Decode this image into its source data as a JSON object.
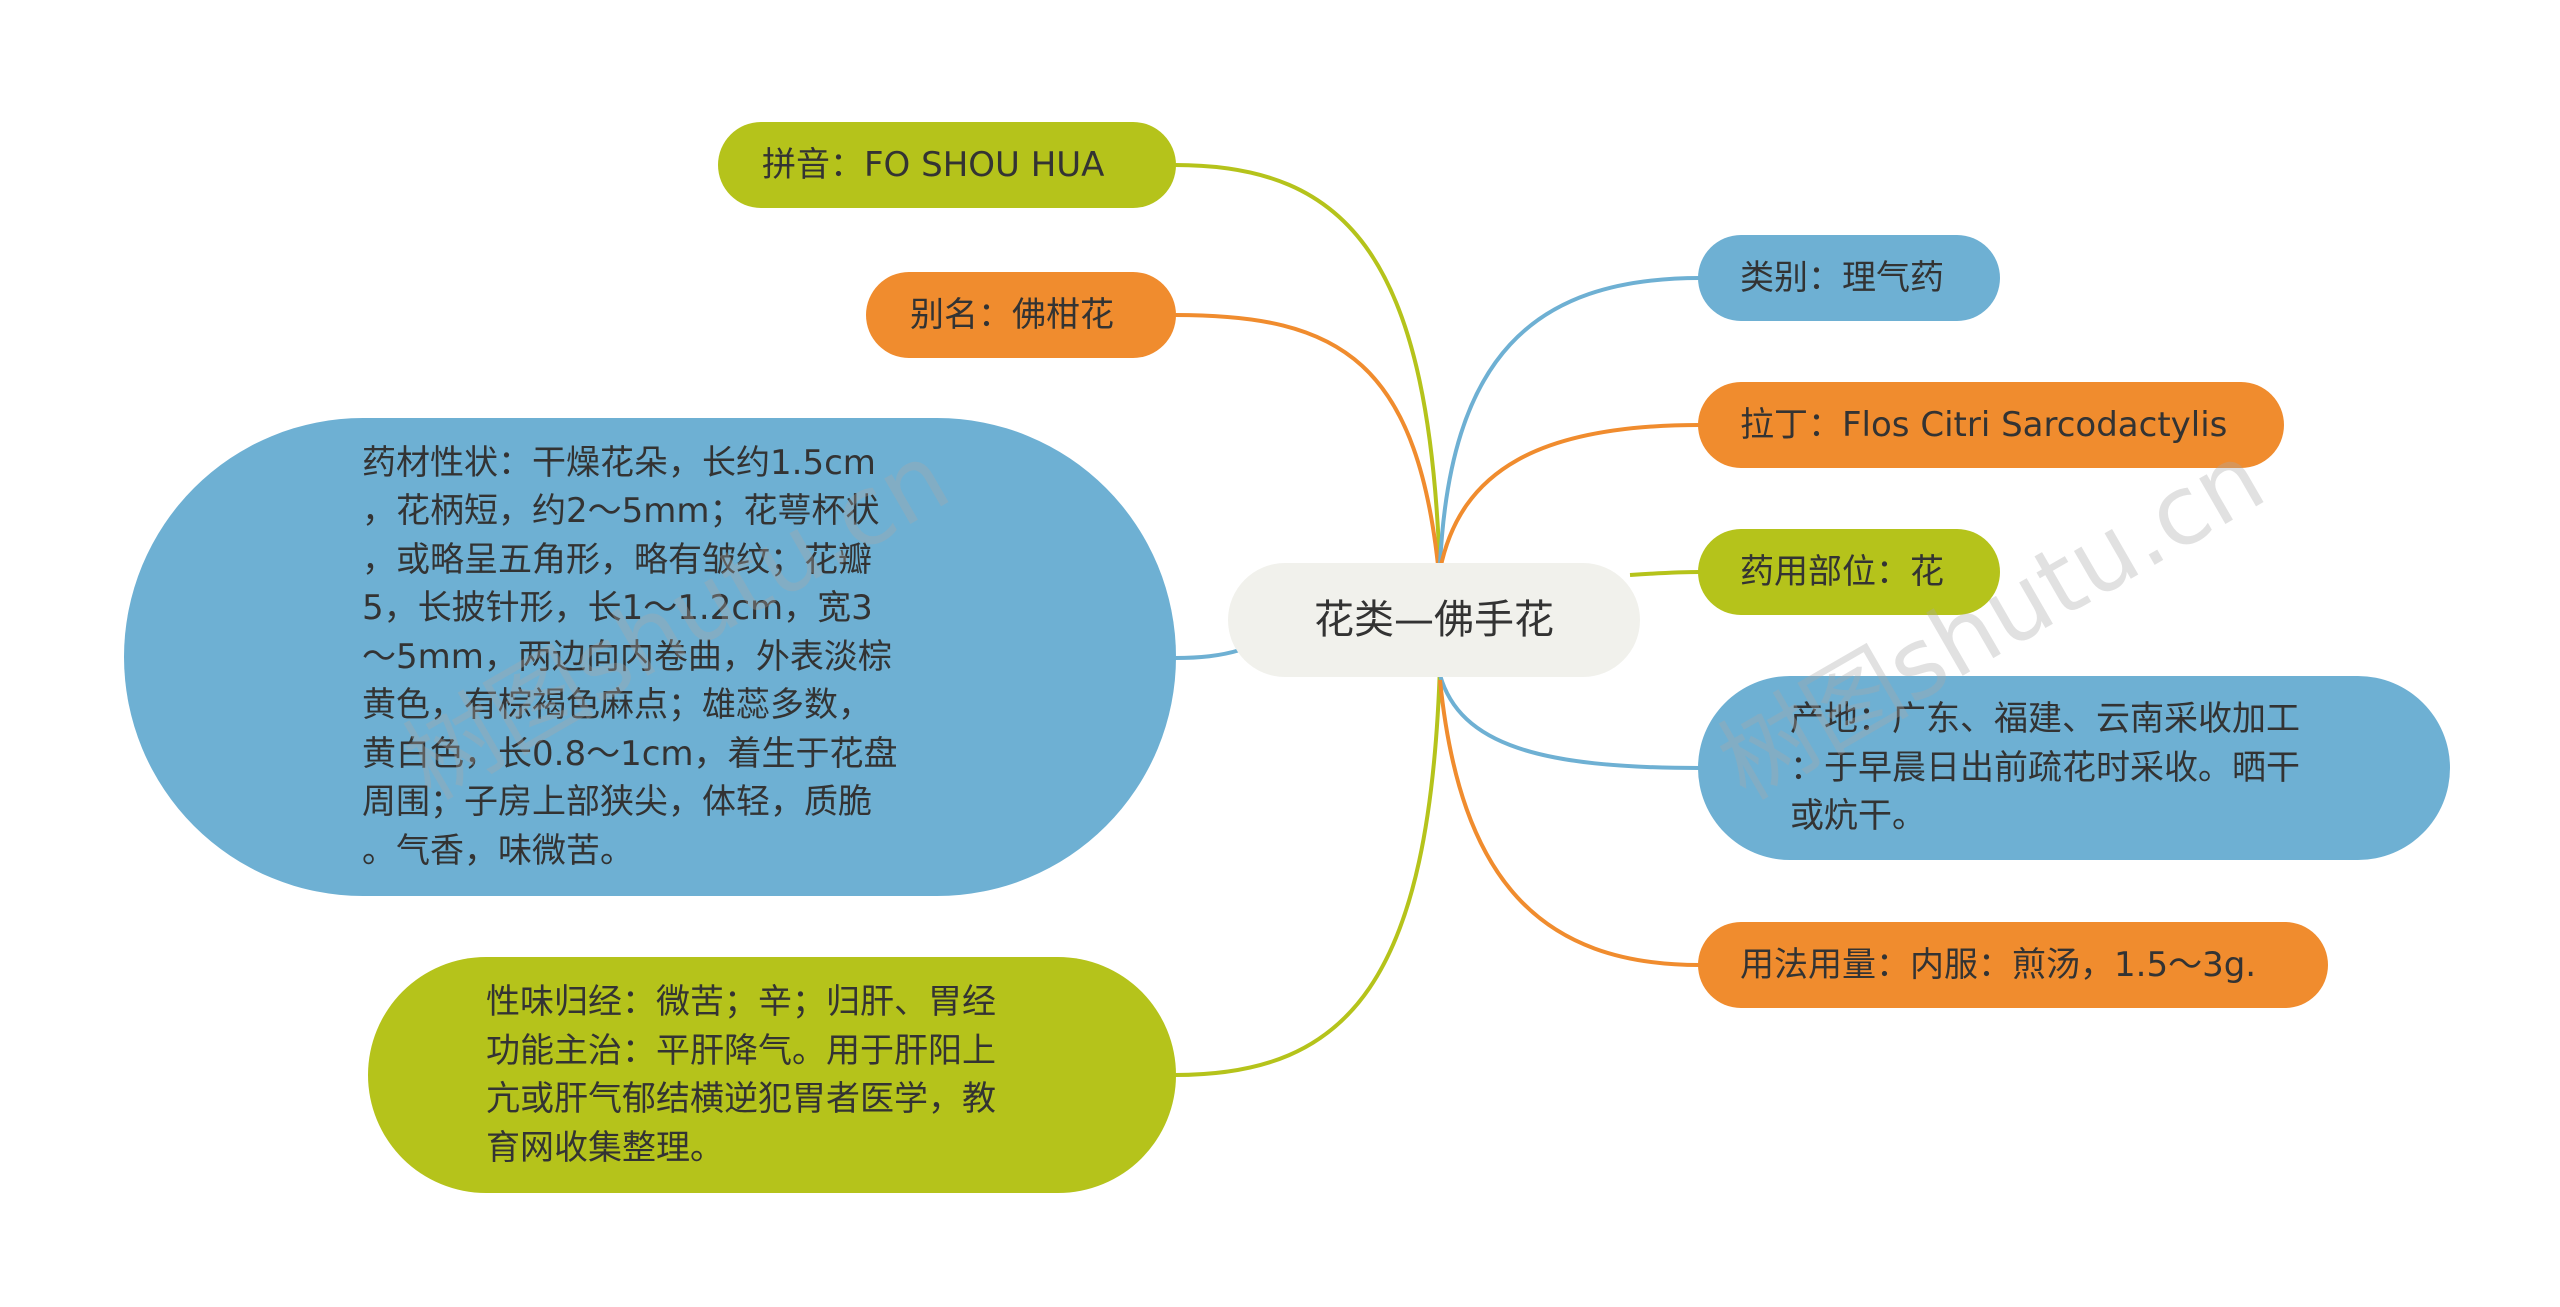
{
  "center": {
    "label": "花类—佛手花"
  },
  "left_nodes": {
    "pinyin": "拼音：FO SHOU HUA",
    "alias": "别名：佛柑花",
    "features": "药材性状：干燥花朵，长约1.5cm，花柄短，约2～5mm；花萼杯状，或略呈五角形，略有皱纹；花瓣5，长披针形，长1～1.2cm，宽3～5mm，两边向内卷曲，外表淡棕黄色，有棕褐色麻点；雄蕊多数，黄白色，长0.8～1cm，着生于花盘周围；子房上部狭尖，体轻，质脆。气香，味微苦。",
    "nature": "性味归经：微苦；辛；归肝、胃经功能主治：平肝降气。用于肝阳上亢或肝气郁结横逆犯胃者医学，教育网收集整理。"
  },
  "right_nodes": {
    "category": "类别：理气药",
    "latin": "拉丁：Flos Citri Sarcodactylis",
    "part": "药用部位：花",
    "origin": "产地：广东、福建、云南采收加工：于早晨日出前疏花时采收。晒干或炕干。",
    "usage": "用法用量：内服：煎汤，1.5～3g."
  },
  "features_lines": [
    "药材性状：干燥花朵，长约1.5cm",
    "，花柄短，约2～5mm；花萼杯状",
    "，或略呈五角形，略有皱纹；花瓣",
    "5，长披针形，长1～1.2cm，宽3",
    "～5mm，两边向内卷曲，外表淡棕",
    "黄色，有棕褐色麻点；雄蕊多数，",
    "黄白色，长0.8～1cm，着生于花盘",
    "周围；子房上部狭尖，体轻，质脆",
    "。气香，味微苦。"
  ],
  "nature_lines": [
    "性味归经：微苦；辛；归肝、胃经",
    "功能主治：平肝降气。用于肝阳上",
    "亢或肝气郁结横逆犯胃者医学，教",
    "育网收集整理。"
  ],
  "origin_lines": [
    "产地：广东、福建、云南采收加工",
    "：于早晨日出前疏花时采收。晒干",
    "或炕干。"
  ],
  "watermarks": [
    "树图shutu.cn",
    "树图shutu.cn"
  ],
  "colors": {
    "green": "#b5c31b",
    "orange": "#f08c2e",
    "blue": "#6eb0d3",
    "center_bg": "#f1f1ec"
  }
}
